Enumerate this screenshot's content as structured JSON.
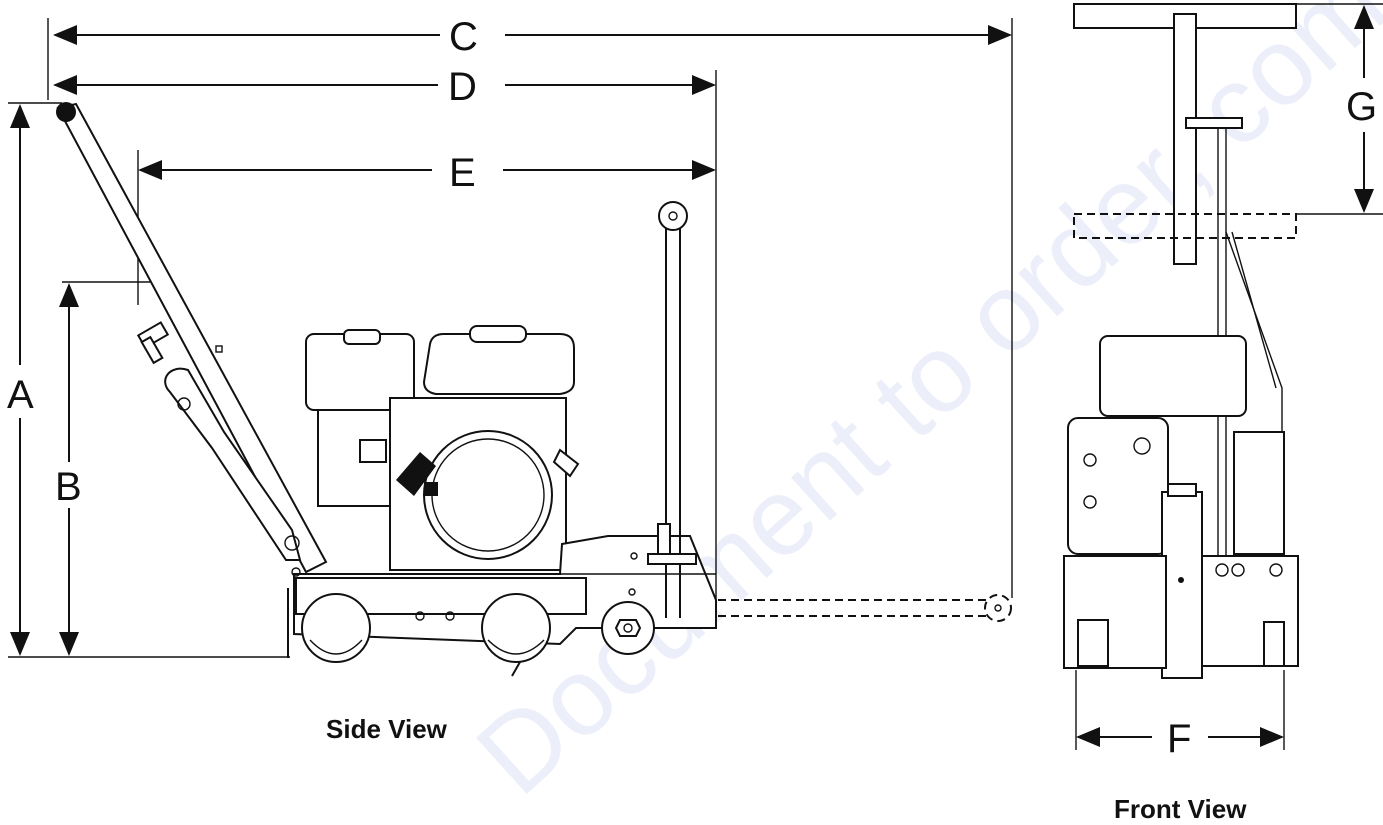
{
  "dimension_labels": {
    "a": "A",
    "b": "B",
    "c": "C",
    "d": "D",
    "e": "E",
    "f": "F",
    "g": "G"
  },
  "captions": {
    "side_view": "Side View",
    "front_view": "Front View"
  },
  "watermark": "Document to order, com"
}
